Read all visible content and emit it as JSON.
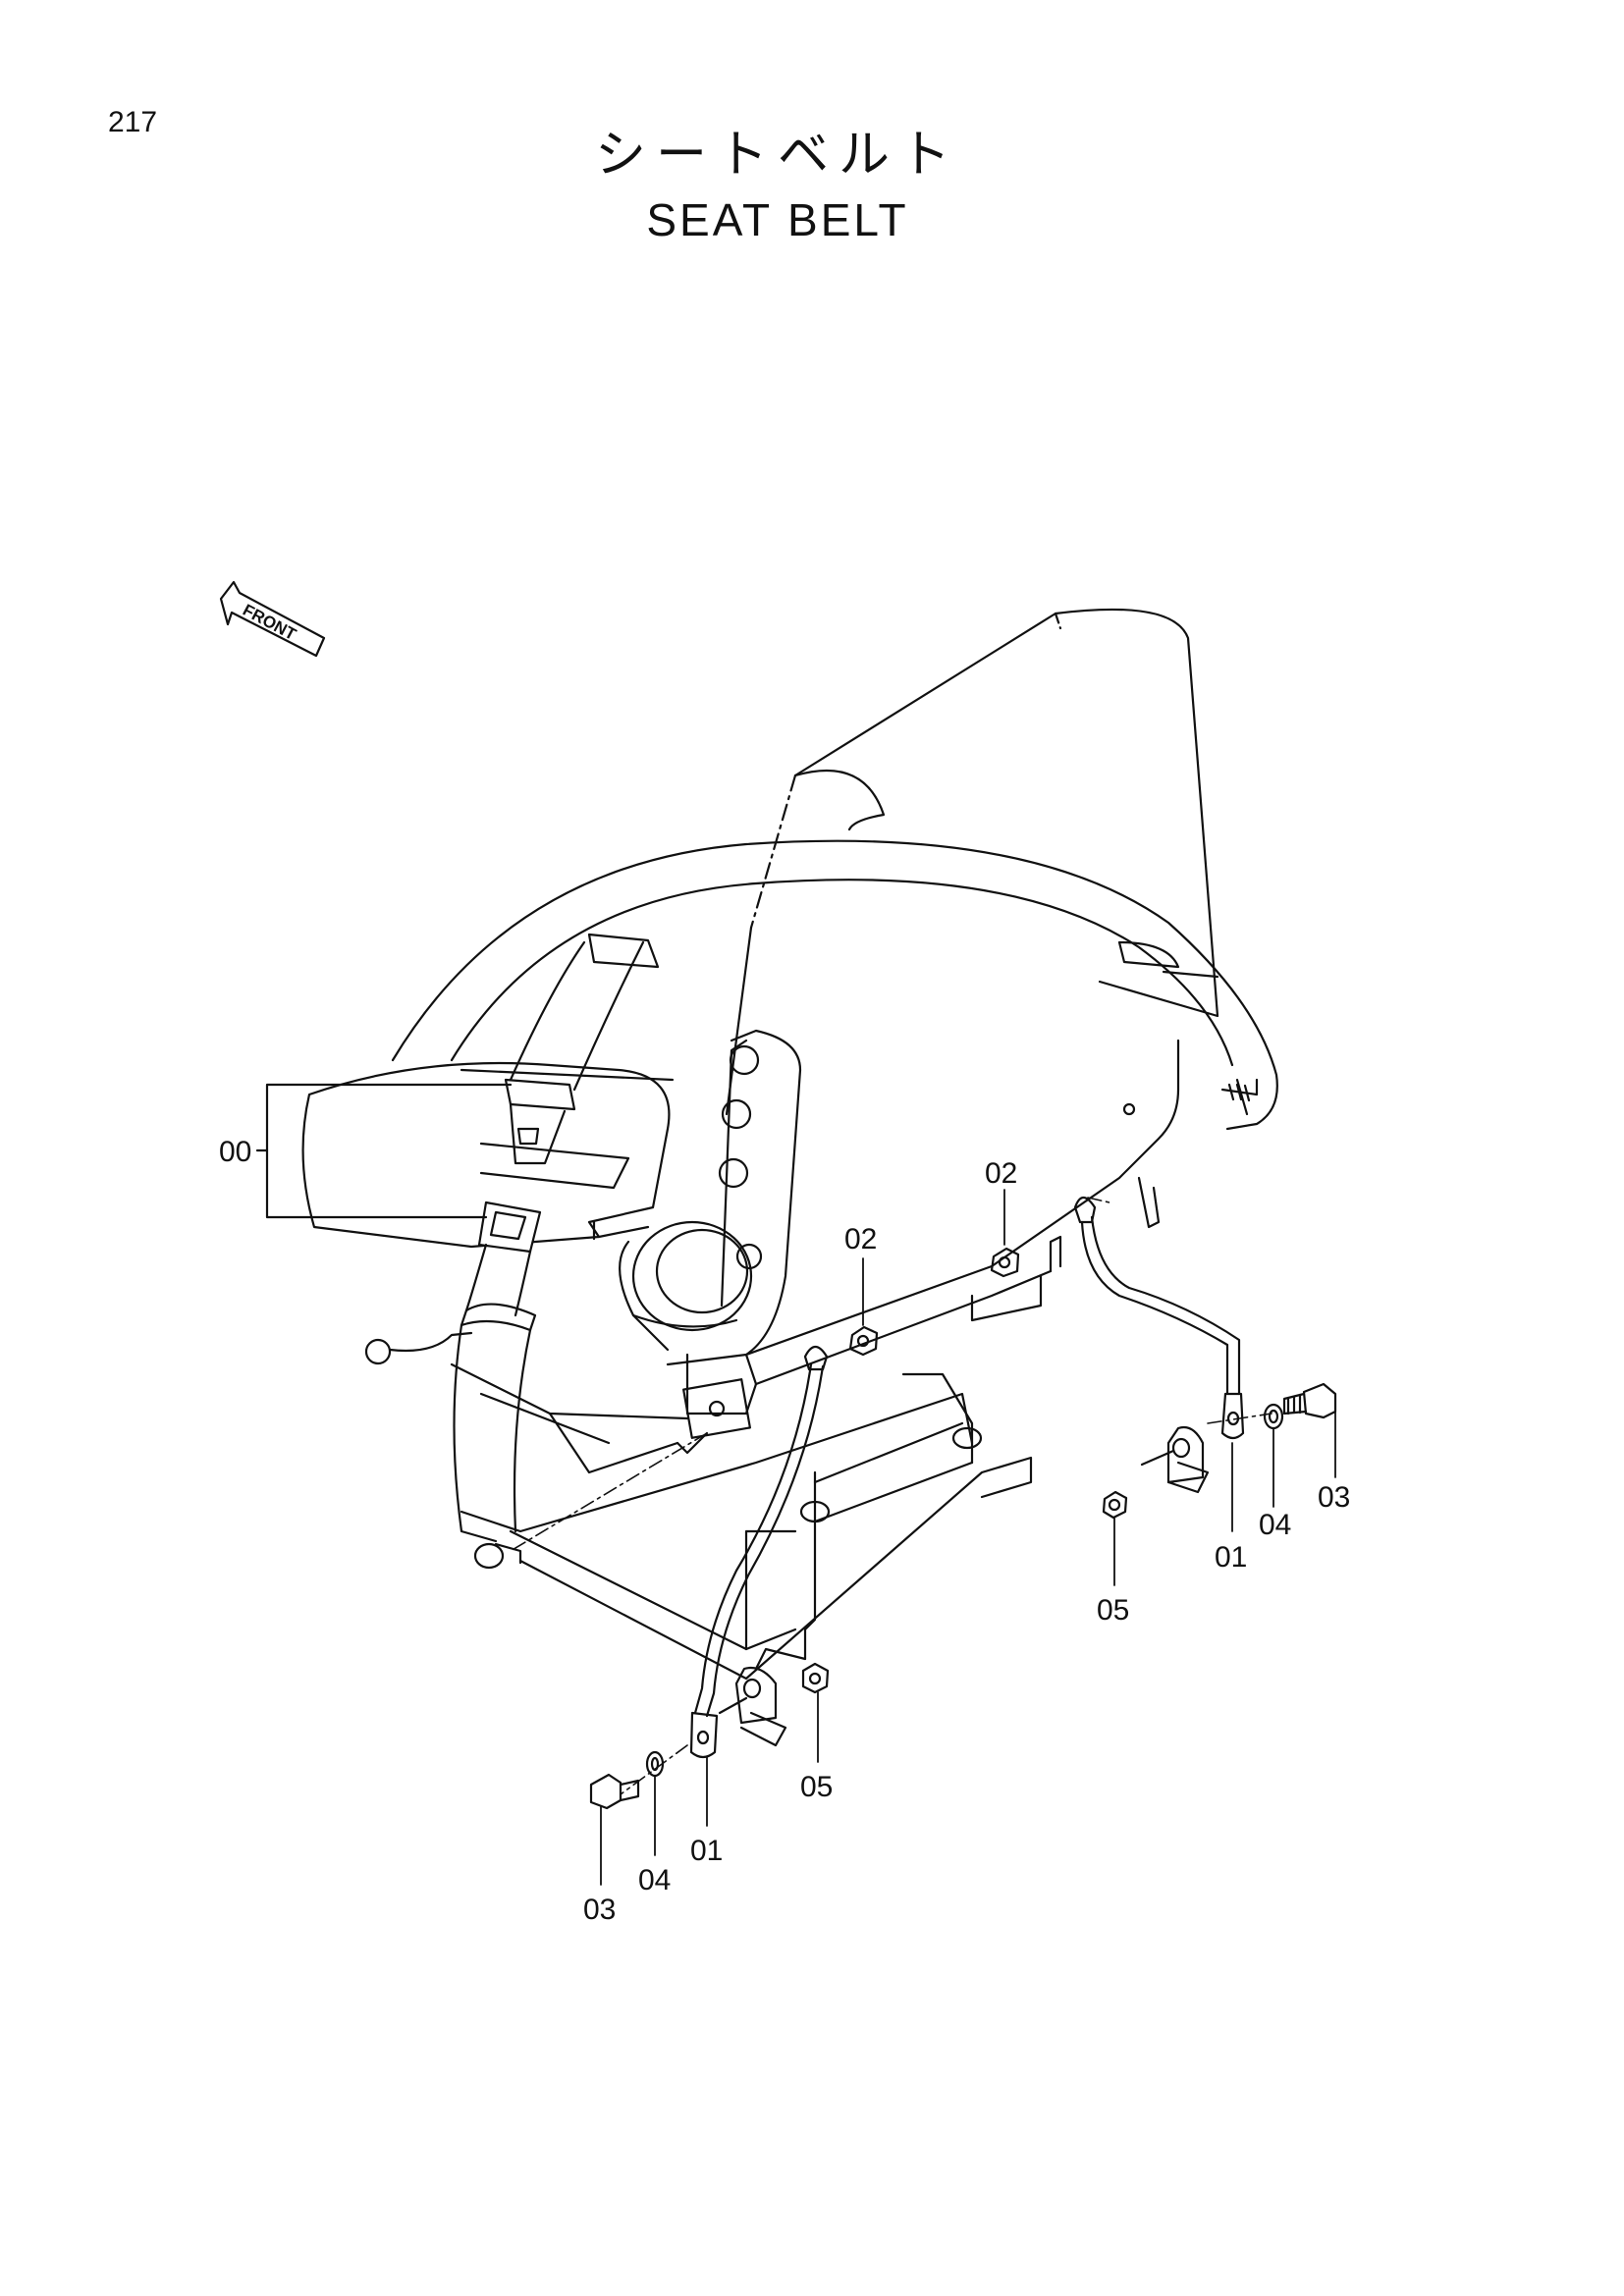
{
  "page": {
    "number": "217"
  },
  "title": {
    "japanese": "シートベルト",
    "english": "SEAT BELT"
  },
  "front_marker": "FRONT",
  "callouts": [
    {
      "id": "c00",
      "label": "00"
    },
    {
      "id": "c02a",
      "label": "02"
    },
    {
      "id": "c02b",
      "label": "02"
    },
    {
      "id": "c01a",
      "label": "01"
    },
    {
      "id": "c04a",
      "label": "04"
    },
    {
      "id": "c03a",
      "label": "03"
    },
    {
      "id": "c05a",
      "label": "05"
    },
    {
      "id": "c01b",
      "label": "01"
    },
    {
      "id": "c04b",
      "label": "04"
    },
    {
      "id": "c03b",
      "label": "03"
    },
    {
      "id": "c05b",
      "label": "05"
    }
  ]
}
